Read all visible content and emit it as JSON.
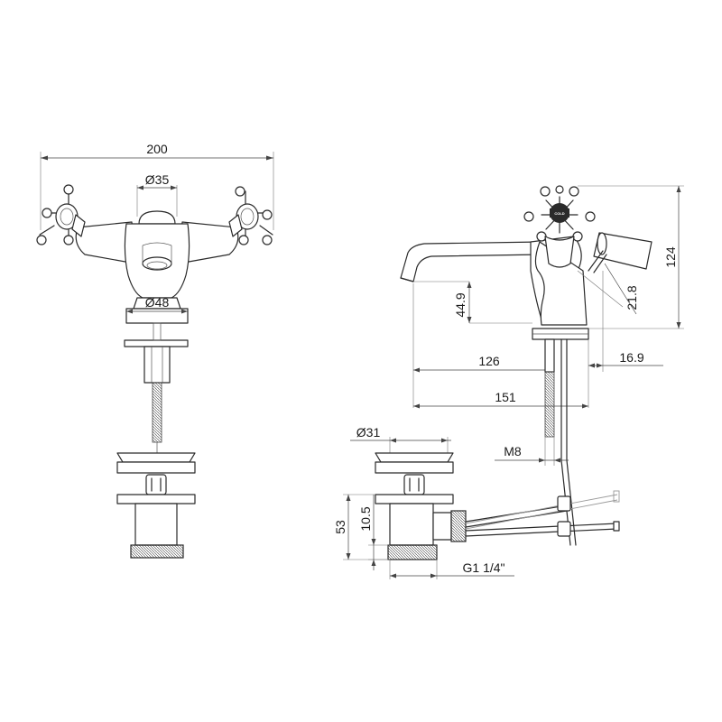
{
  "drawing": {
    "colors": {
      "line": "#2a2a2a",
      "dimension": "#444444",
      "background": "#ffffff"
    },
    "front_view": {
      "width_label": "200",
      "spout_dia_label": "Ø35",
      "base_dia_label": "Ø48"
    },
    "side_view": {
      "height_label": "124",
      "spout_height_label": "44.9",
      "lever_label": "21.8",
      "reach_label": "126",
      "lever_offset_label": "16.9",
      "overall_length_label": "151",
      "thread_label": "M8",
      "handle_plate_text": "COLD"
    },
    "waste": {
      "dia_label": "Ø31",
      "height_label": "53",
      "flange_label": "10.5",
      "thread_label": "G1 1/4\""
    }
  }
}
